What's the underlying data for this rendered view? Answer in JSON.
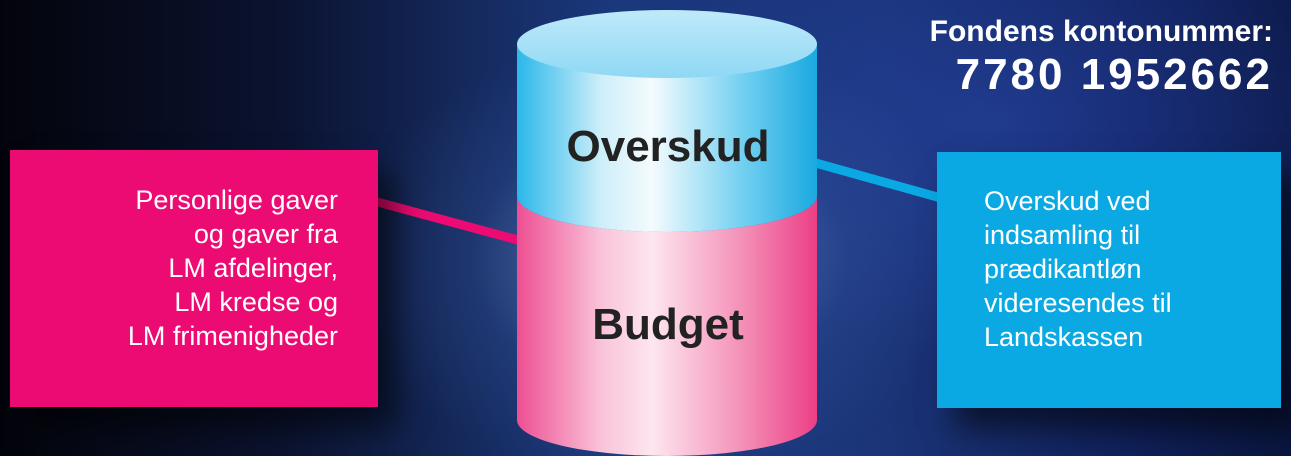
{
  "account": {
    "label": "Fondens kontonummer:",
    "number": "7780 1952662"
  },
  "cylinder": {
    "top_label": "Overskud",
    "bottom_label": "Budget"
  },
  "left_box": {
    "lines": [
      "Personlige gaver",
      "og gaver fra",
      "LM afdelinger,",
      "LM kredse og",
      "LM frimenigheder"
    ]
  },
  "right_box": {
    "lines": [
      "Overskud ved",
      "indsamling til",
      "prædikantløn",
      "videresendes til",
      "Landskassen"
    ]
  },
  "colors": {
    "pink": "#ec0b72",
    "cyan": "#0aa9e4",
    "background_dark": "#03040b",
    "background_blue": "#1c3b80"
  }
}
